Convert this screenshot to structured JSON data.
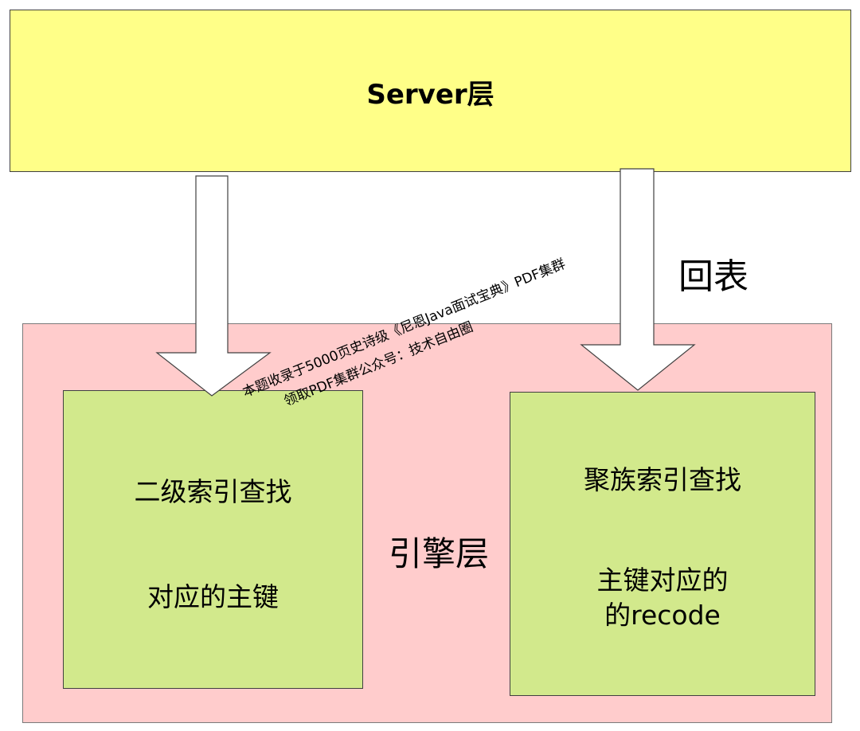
{
  "server_layer": {
    "label": "Server层"
  },
  "engine_layer": {
    "label": "引擎层"
  },
  "secondary_index": {
    "title": "二级索引查找",
    "text": "对应的主键"
  },
  "clustered_index": {
    "title": "聚族索引查找",
    "text_line1": "主键对应的",
    "text_line2": "的recode"
  },
  "back_to_table_label": "回表",
  "watermark": {
    "line1": "本题收录于5000页史诗级《尼恩Java面试宝典》PDF集群",
    "line2": "领取PDF集群公众号：技术自由圈"
  },
  "colors": {
    "server_fill": "#ffff88",
    "engine_fill": "#ffcccc",
    "index_box_fill": "#d2e98c",
    "arrow_fill": "#ffffff"
  }
}
